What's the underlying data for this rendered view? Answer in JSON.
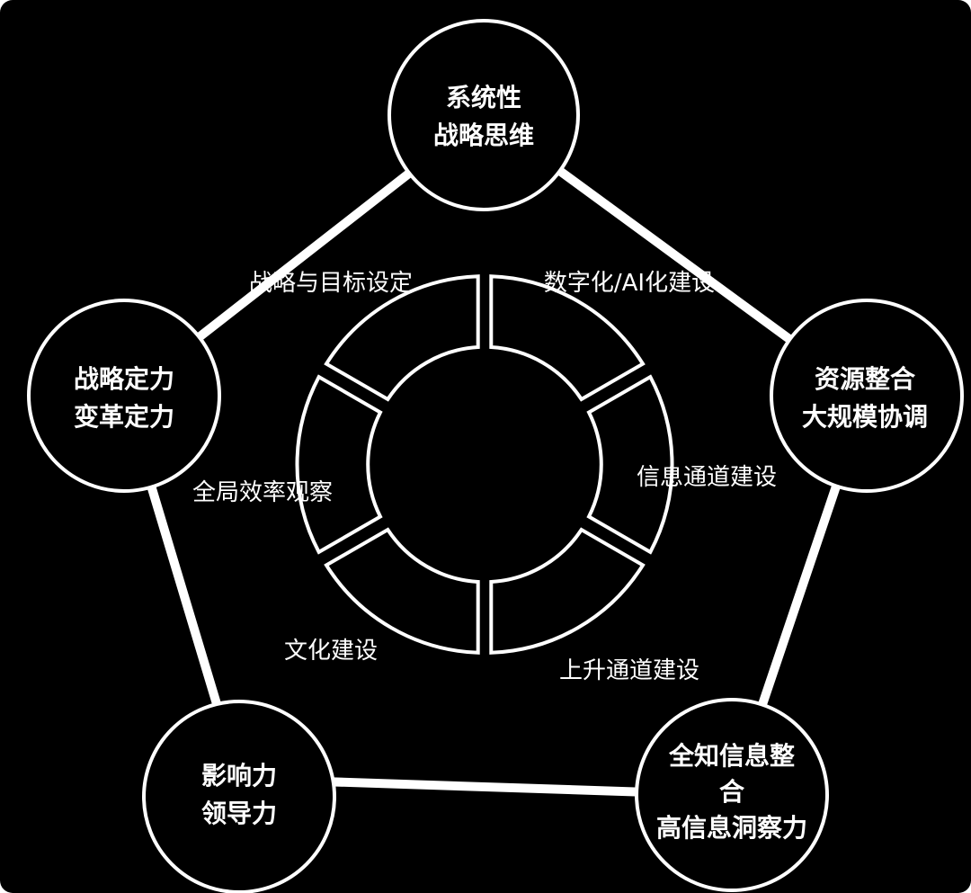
{
  "colors": {
    "background": "#000000",
    "stroke": "#ffffff",
    "text": "#ffffff"
  },
  "nodes": {
    "top": {
      "line1": "系统性",
      "line2": "战略思维"
    },
    "left": {
      "line1": "战略定力",
      "line2": "变革定力"
    },
    "right": {
      "line1": "资源整合",
      "line2": "大规模协调"
    },
    "bottom_left": {
      "line1": "影响力",
      "line2": "领导力"
    },
    "bottom_right": {
      "line1": "全知信息整",
      "line2": "合",
      "line3": "高信息洞察力"
    }
  },
  "ring_labels": {
    "strategy_goal_setting": "战略与目标设定",
    "digital_ai": "数字化/AI化建设",
    "info_channel": "信息通道建设",
    "promotion_channel": "上升通道建设",
    "culture": "文化建设",
    "global_efficiency": "全局效率观察"
  }
}
